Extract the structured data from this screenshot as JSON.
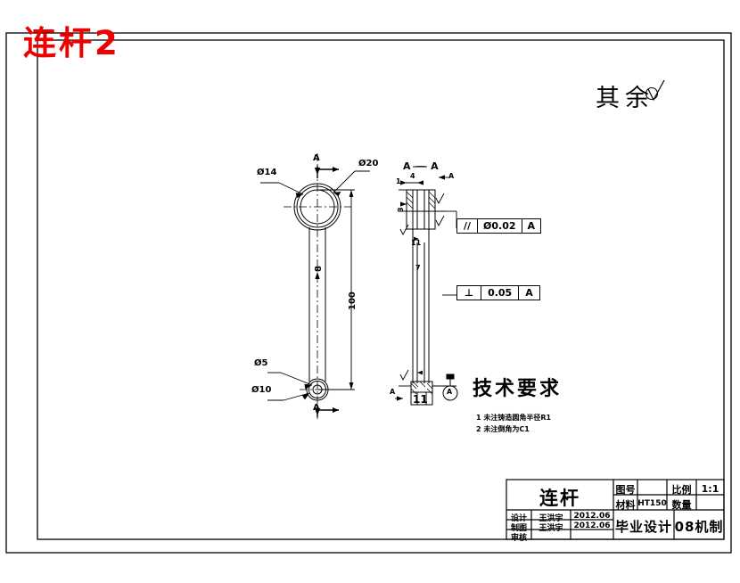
{
  "drawing": {
    "red_annotation": "连杆2",
    "surface_note": {
      "label": "其余",
      "symbol": "roughness-symbol"
    },
    "tech_req": {
      "heading": "技术要求",
      "items": [
        "1 未注铸造圆角半径R1",
        "2 未注倒角为C1"
      ]
    },
    "front_view": {
      "top_hole_inner": "Ø14",
      "top_hole_outer": "Ø20",
      "bottom_hole_inner": "Ø5",
      "bottom_hole_outer": "Ø10",
      "rod_width": "8",
      "center_distance": "100",
      "section_mark_top": "A",
      "section_mark_bottom": "A"
    },
    "section_view": {
      "title": "A — A",
      "labels": {
        "left_top": "1",
        "top_mid": "4",
        "arrow_top_right": "A",
        "left_small": "3",
        "stack_11": "11",
        "stack_7": "7",
        "bottom_11": "11",
        "bottom_left_mark": "A",
        "datum": "A"
      }
    },
    "tolerances": [
      {
        "symbol": "parallelism",
        "glyph": "//",
        "value": "Ø0.02",
        "datum": "A"
      },
      {
        "symbol": "perpendicularity",
        "glyph": "⊥",
        "value": "0.05",
        "datum": "A"
      }
    ],
    "title_block": {
      "part_name": "连杆",
      "drawing_no_label": "图号",
      "drawing_no_value": "",
      "scale_label": "比例",
      "scale_value": "1:1",
      "material_label": "材料",
      "material_value": "HT150",
      "qty_label": "数量",
      "qty_value": "",
      "project": "毕业设计",
      "class": "08机制",
      "rows": [
        {
          "role": "设计",
          "name": "王洪宇",
          "date": "2012.06"
        },
        {
          "role": "制图",
          "name": "王洪宇",
          "date": "2012.06"
        },
        {
          "role": "审核",
          "name": "",
          "date": ""
        }
      ]
    }
  }
}
